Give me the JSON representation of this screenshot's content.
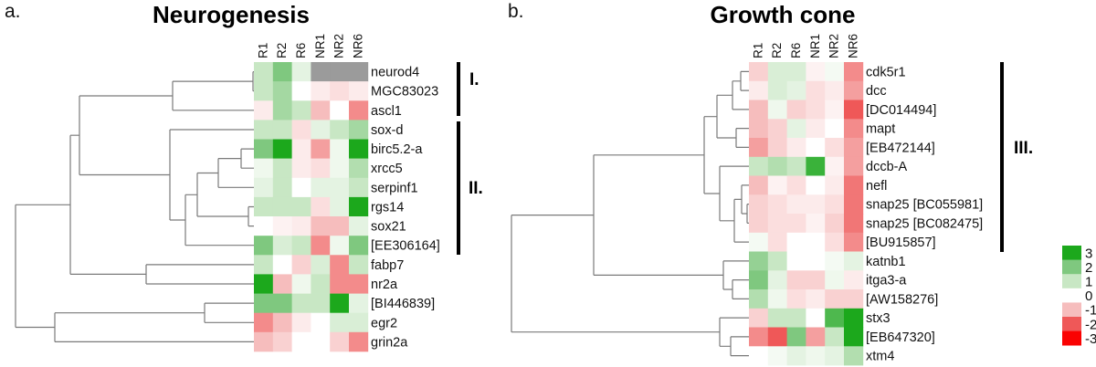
{
  "chart_data": [
    {
      "type": "heatmap",
      "panel_letter": "a.",
      "title": "Neurogenesis",
      "columns": [
        "R1",
        "R2",
        "R6",
        "NR1",
        "NR2",
        "NR6"
      ],
      "rows": [
        "neurod4",
        "MGC83023",
        "ascl1",
        "sox-d",
        "birc5.2-a",
        "xrcc5",
        "serpinf1",
        "rgs14",
        "sox21",
        "[EE306164]",
        "fabp7",
        "nr2a",
        "[BI446839]",
        "egr2",
        "grin2a"
      ],
      "values": [
        [
          1,
          2,
          0.5,
          null,
          null,
          null
        ],
        [
          1,
          1.5,
          0,
          -0.3,
          -0.5,
          -0.3
        ],
        [
          -0.3,
          1.5,
          1,
          -1,
          0,
          -1.5
        ],
        [
          1,
          1,
          -0.5,
          0.5,
          1,
          1.5
        ],
        [
          2,
          3,
          -0.3,
          -1.3,
          0.3,
          3
        ],
        [
          0.3,
          1,
          -0.3,
          -0.5,
          0.3,
          1.3
        ],
        [
          0.5,
          1,
          0,
          0.5,
          0.5,
          1
        ],
        [
          1,
          1,
          1,
          -0.5,
          0.5,
          3
        ],
        [
          0,
          -0.2,
          -0.3,
          -1,
          -1,
          0.5
        ],
        [
          2,
          0.7,
          1,
          -1.5,
          0.3,
          2
        ],
        [
          1,
          0,
          -0.7,
          0.7,
          -1.5,
          1
        ],
        [
          3,
          -1,
          0.3,
          1,
          -1.5,
          -1.5
        ],
        [
          2,
          2,
          1,
          1,
          3,
          0.5
        ],
        [
          -1.5,
          -1,
          -0.3,
          0,
          0.7,
          0.7
        ],
        [
          -1,
          -0.7,
          0,
          0,
          -0.7,
          -1.5
        ]
      ],
      "groups": [
        {
          "label": "I.",
          "first_row": 0,
          "last_row": 2
        },
        {
          "label": "II.",
          "first_row": 3,
          "last_row": 9
        }
      ],
      "dendrogram": [
        [
          "m1",
          "L0",
          "L1",
          277
        ],
        [
          "m2",
          "m1",
          "L2",
          189
        ],
        [
          "m3",
          "L4",
          "L5",
          264
        ],
        [
          "m4",
          "m3",
          "L6",
          239
        ],
        [
          "m5",
          "L7",
          "L8",
          272
        ],
        [
          "m6",
          "m4",
          "m5",
          216
        ],
        [
          "m7",
          "m6",
          "L9",
          203
        ],
        [
          "m8",
          "L3",
          "m7",
          186
        ],
        [
          "m9",
          "m2",
          "m8",
          87
        ],
        [
          "m10",
          "L10",
          "L11",
          160
        ],
        [
          "m11",
          "m9",
          "m10",
          77
        ],
        [
          "m12",
          "L12",
          "L13",
          224
        ],
        [
          "m13",
          "m12",
          "L14",
          60
        ],
        [
          "m14",
          "m11",
          "m13",
          17
        ]
      ]
    },
    {
      "type": "heatmap",
      "panel_letter": "b.",
      "title": "Growth cone",
      "columns": [
        "R1",
        "R2",
        "R6",
        "NR1",
        "NR2",
        "NR6"
      ],
      "rows": [
        "cdk5r1",
        "dcc",
        "[DC014494]",
        "mapt",
        "[EB472144]",
        "dccb-A",
        "nefl",
        "snap25 [BC055981]",
        "snap25 [BC082475]",
        "[BU915857]",
        "katnb1",
        "itga3-a",
        "[AW158276]",
        "stx3",
        "[EB647320]",
        "xtm4"
      ],
      "values": [
        [
          -0.7,
          0.7,
          0.7,
          -0.2,
          0.2,
          -1.5
        ],
        [
          -0.3,
          0.7,
          0.5,
          -0.5,
          -0.3,
          -1.3
        ],
        [
          -1,
          0.3,
          -0.7,
          -0.5,
          -0.2,
          -2
        ],
        [
          -1,
          -0.7,
          0.5,
          -0.3,
          0,
          -1.5
        ],
        [
          -1.3,
          -0.7,
          -0.3,
          0,
          -0.5,
          -1.3
        ],
        [
          1,
          1.3,
          1,
          2.7,
          -0.2,
          -1.3
        ],
        [
          -1,
          -0.2,
          -0.5,
          0,
          -0.3,
          -1.7
        ],
        [
          -0.7,
          -0.5,
          -0.3,
          -0.3,
          -0.5,
          -1.7
        ],
        [
          -0.7,
          -0.5,
          -0.5,
          -0.2,
          -0.7,
          -1.7
        ],
        [
          0.2,
          -0.5,
          0,
          0,
          -0.5,
          -1.5
        ],
        [
          1.7,
          1,
          0,
          0,
          0.2,
          0.5
        ],
        [
          2,
          0.5,
          -0.7,
          -0.7,
          0.3,
          -0.3
        ],
        [
          1.3,
          0.3,
          -0.5,
          -0.3,
          -0.7,
          -0.7
        ],
        [
          -0.7,
          1,
          1,
          0,
          2.5,
          3
        ],
        [
          -1.5,
          -2,
          2,
          -1.3,
          1,
          3
        ],
        [
          0,
          0.2,
          0.5,
          0.3,
          0.5,
          1.3
        ]
      ],
      "groups": [
        {
          "label": "III.",
          "first_row": 0,
          "last_row": 9
        }
      ],
      "dendrogram": [
        [
          "n1",
          "L0",
          "L1",
          811
        ],
        [
          "n2",
          "n1",
          "L2",
          802
        ],
        [
          "n3",
          "L3",
          "L4",
          806
        ],
        [
          "n4",
          "n2",
          "n3",
          785
        ],
        [
          "n5",
          "L7",
          "L8",
          818
        ],
        [
          "n6",
          "L6",
          "n5",
          812
        ],
        [
          "n7",
          "n6",
          "L9",
          804
        ],
        [
          "n8",
          "L5",
          "n7",
          788
        ],
        [
          "n9",
          "n4",
          "n8",
          771
        ],
        [
          "n10",
          "L11",
          "L12",
          802
        ],
        [
          "n11",
          "L10",
          "n10",
          792
        ],
        [
          "n12",
          "n9",
          "n11",
          650
        ],
        [
          "n13",
          "L14",
          "L15",
          800
        ],
        [
          "n14",
          "L13",
          "n13",
          788
        ],
        [
          "n15",
          "n12",
          "n14",
          560
        ]
      ]
    }
  ],
  "legend": {
    "entries": [
      {
        "label": "3",
        "value": 3,
        "color": "#1ca81c"
      },
      {
        "label": "2",
        "value": 2,
        "color": "#7fc87f"
      },
      {
        "label": "1",
        "value": 1,
        "color": "#c8e7c4"
      },
      {
        "label": "0",
        "value": 0,
        "color": "#ffffff"
      },
      {
        "label": "-1",
        "value": -1,
        "color": "#f6bdbd"
      },
      {
        "label": "-2",
        "value": -2,
        "color": "#ef5858"
      },
      {
        "label": "-3",
        "value": -3,
        "color": "#fa0202"
      }
    ]
  },
  "scale": {
    "stop_values": [
      -3,
      -2,
      -1,
      0,
      1,
      2,
      3
    ],
    "stop_colors": [
      "#fa0202",
      "#ef5858",
      "#f6bdbd",
      "#ffffff",
      "#c8e7c4",
      "#7fc87f",
      "#1ca81c"
    ],
    "na_color": "#9b9b9b",
    "dendro_line_color": "#7a7a7a"
  }
}
